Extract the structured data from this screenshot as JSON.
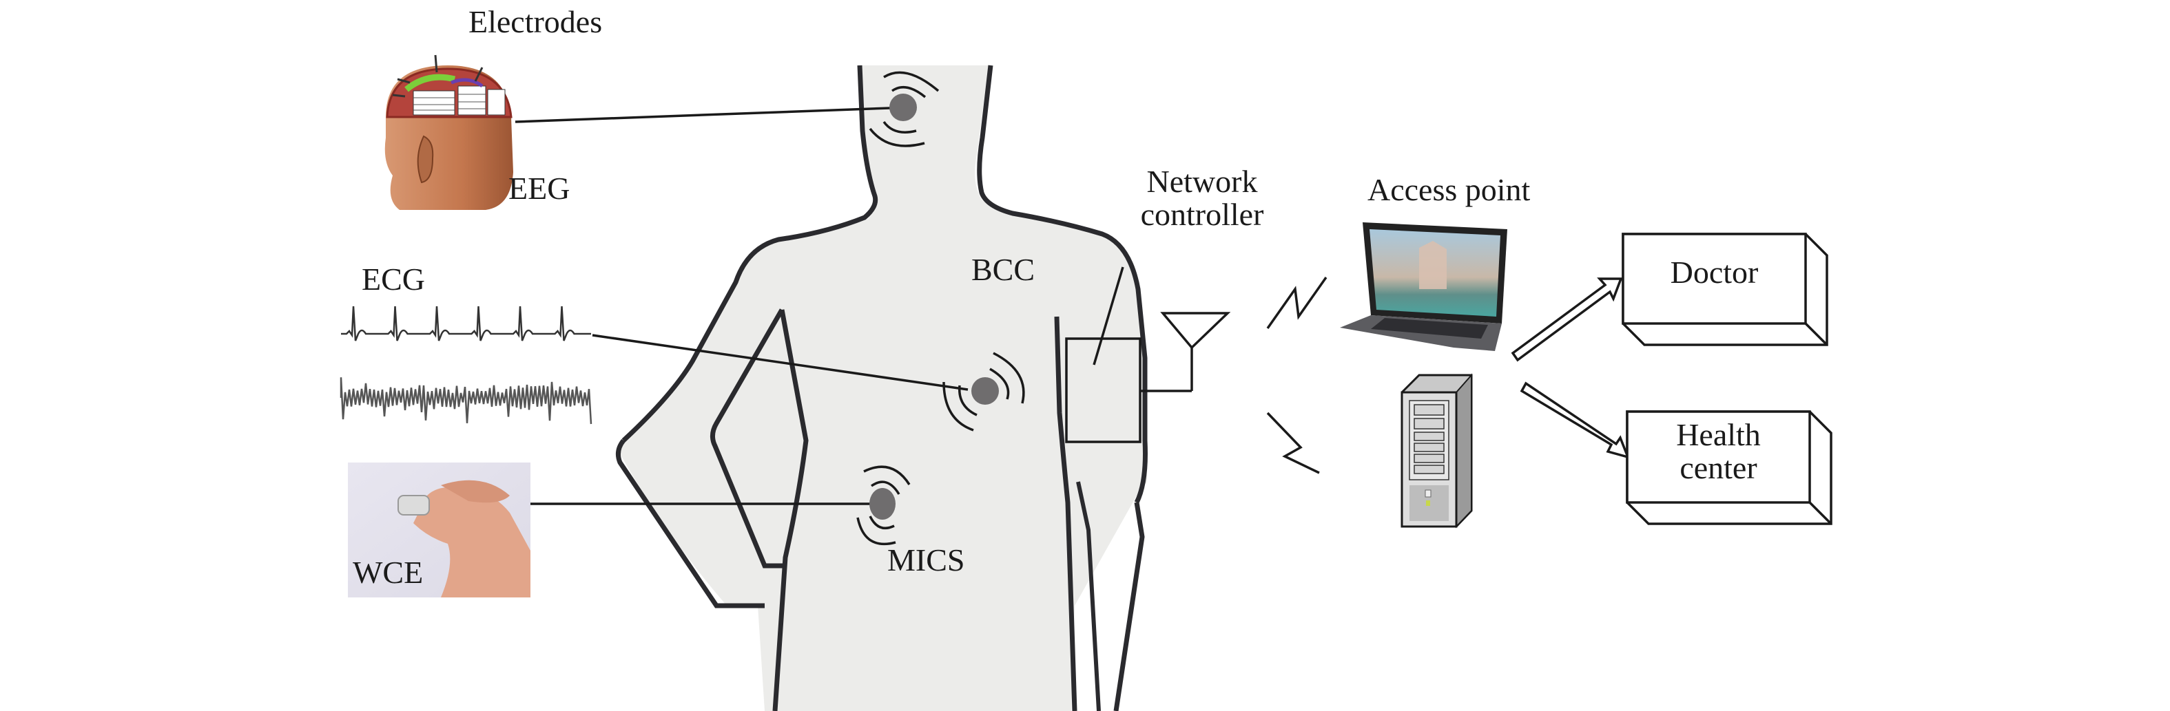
{
  "figure": {
    "title": "Wireless body area network for health monitoring",
    "labels": {
      "electrodes": "Electrodes",
      "eeg": "EEG",
      "ecg": "ECG",
      "wce": "WCE",
      "mics": "MICS",
      "bcc": "BCC",
      "network_controller_line1": "Network",
      "network_controller_line2": "controller",
      "access_point": "Access point",
      "doctor": "Doctor",
      "health_center_line1": "Health",
      "health_center_line2": "center"
    },
    "sensors": [
      {
        "name": "eeg-sensor",
        "location": "neck",
        "source": "EEG"
      },
      {
        "name": "ecg-sensor",
        "location": "chest",
        "source": "ECG"
      },
      {
        "name": "wce-sensor",
        "location": "abdomen",
        "source": "WCE"
      }
    ],
    "links": [
      {
        "from": "EEG",
        "to": "neck sensor",
        "type": "line"
      },
      {
        "from": "ECG",
        "to": "chest sensor",
        "type": "line"
      },
      {
        "from": "WCE",
        "to": "abdomen sensor",
        "type": "line"
      },
      {
        "from": "Network controller",
        "to": "Access point",
        "type": "wireless"
      },
      {
        "from": "Network controller",
        "to": "Server",
        "type": "wireless"
      },
      {
        "from": "Access point",
        "to": "Doctor",
        "type": "arrow"
      },
      {
        "from": "Server",
        "to": "Health center",
        "type": "arrow"
      }
    ],
    "colors": {
      "body_fill": "#ececea",
      "body_outline": "#2a2a2e",
      "sensor": "#6f6d6e",
      "line": "#1a1a1a",
      "skin": "#c47a52"
    }
  }
}
